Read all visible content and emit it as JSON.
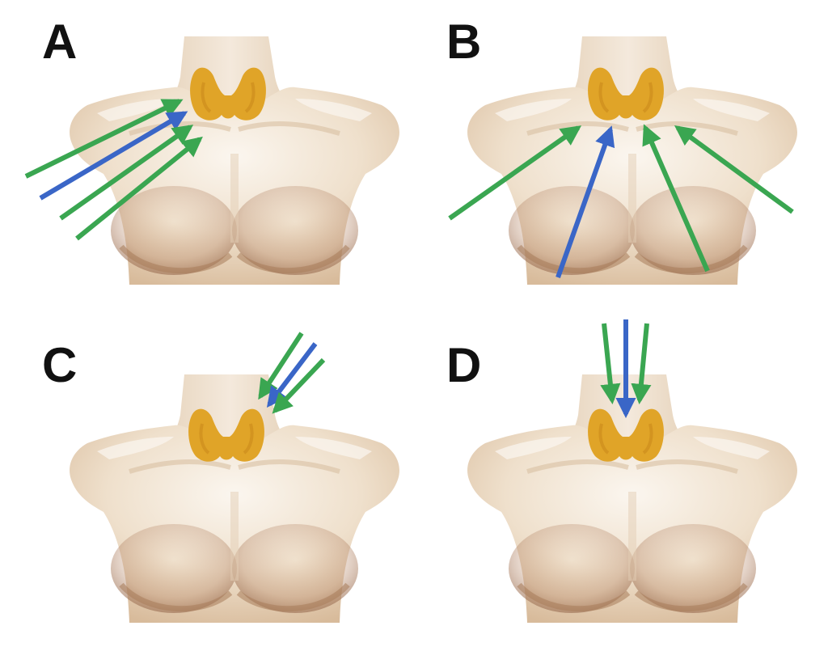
{
  "panels": [
    {
      "letter": "A"
    },
    {
      "letter": "B"
    },
    {
      "letter": "C"
    },
    {
      "letter": "D"
    }
  ],
  "colors": {
    "skin_light": "#f6ede2",
    "skin_mid": "#ead7bf",
    "skin_shadow": "#c9a382",
    "skin_dark": "#a87b5a",
    "thyroid": "#e0a428",
    "thyroid_dark": "#c98a1a",
    "arrow_green": "#3aa651",
    "arrow_blue": "#3a66c7"
  }
}
